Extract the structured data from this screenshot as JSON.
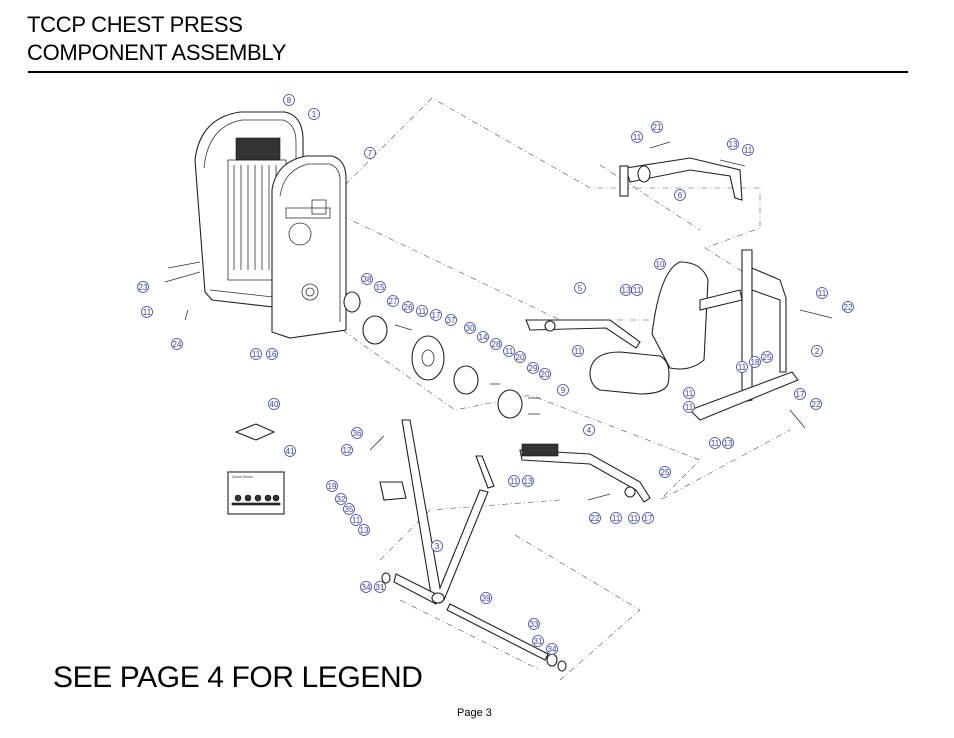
{
  "header": {
    "title_line1": "TCCP CHEST PRESS",
    "title_line2": "COMPONENT ASSEMBLY"
  },
  "footer": {
    "legend_note": "SEE PAGE 4 FOR LEGEND",
    "page_number": "Page 3"
  },
  "decal": {
    "label": "Circuit Series"
  },
  "callouts": [
    "8",
    "1",
    "7",
    "21",
    "11",
    "13",
    "11",
    "6",
    "23",
    "11",
    "24",
    "10",
    "5",
    "13",
    "11",
    "11",
    "22",
    "38",
    "15",
    "27",
    "26",
    "11",
    "17",
    "37",
    "30",
    "14",
    "28",
    "11",
    "20",
    "29",
    "11",
    "20",
    "9",
    "11",
    "18",
    "25",
    "2",
    "11",
    "17",
    "11",
    "22",
    "11",
    "11",
    "13",
    "16",
    "40",
    "41",
    "36",
    "12",
    "19",
    "32",
    "35",
    "11",
    "13",
    "4",
    "11",
    "13",
    "25",
    "22",
    "11",
    "11",
    "17",
    "3",
    "34",
    "31",
    "39",
    "33",
    "31",
    "34"
  ],
  "colors": {
    "callout": "#3b43a8",
    "line": "#222222"
  }
}
